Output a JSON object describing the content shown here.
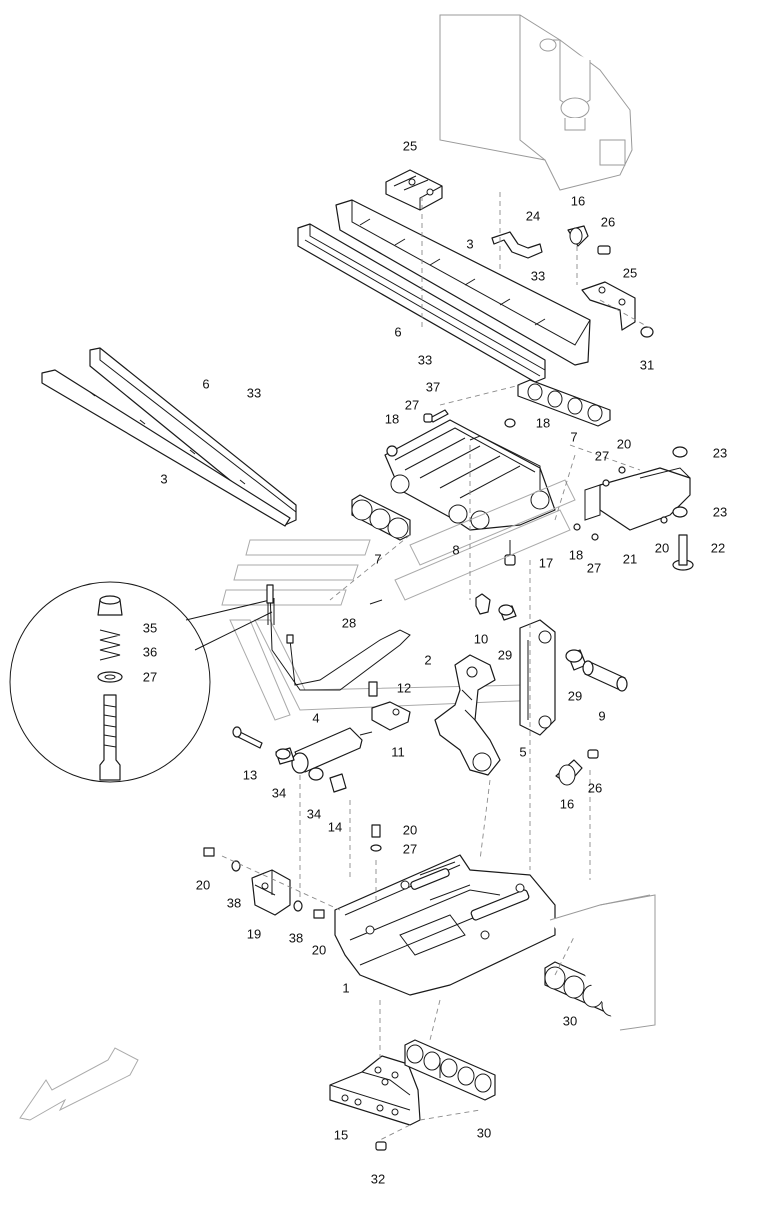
{
  "callouts": [
    {
      "id": "c25a",
      "text": "25"
    },
    {
      "id": "c24",
      "text": "24"
    },
    {
      "id": "c16a",
      "text": "16"
    },
    {
      "id": "c26a",
      "text": "26"
    },
    {
      "id": "c3a",
      "text": "3"
    },
    {
      "id": "c33a",
      "text": "33"
    },
    {
      "id": "c25b",
      "text": "25"
    },
    {
      "id": "c6a",
      "text": "6"
    },
    {
      "id": "c33b",
      "text": "33"
    },
    {
      "id": "c31",
      "text": "31"
    },
    {
      "id": "c6b",
      "text": "6"
    },
    {
      "id": "c33c",
      "text": "33"
    },
    {
      "id": "c37",
      "text": "37"
    },
    {
      "id": "c27a",
      "text": "27"
    },
    {
      "id": "c18a",
      "text": "18"
    },
    {
      "id": "c18b",
      "text": "18"
    },
    {
      "id": "c7a",
      "text": "7"
    },
    {
      "id": "c3b",
      "text": "3"
    },
    {
      "id": "c20a",
      "text": "20"
    },
    {
      "id": "c27b",
      "text": "27"
    },
    {
      "id": "c23a",
      "text": "23"
    },
    {
      "id": "c23b",
      "text": "23"
    },
    {
      "id": "c7b",
      "text": "7"
    },
    {
      "id": "c8",
      "text": "8"
    },
    {
      "id": "c17",
      "text": "17"
    },
    {
      "id": "c18c",
      "text": "18"
    },
    {
      "id": "c27c",
      "text": "27"
    },
    {
      "id": "c21",
      "text": "21"
    },
    {
      "id": "c20b",
      "text": "20"
    },
    {
      "id": "c22",
      "text": "22"
    },
    {
      "id": "c35",
      "text": "35"
    },
    {
      "id": "c36",
      "text": "36"
    },
    {
      "id": "c27d",
      "text": "27"
    },
    {
      "id": "c28",
      "text": "28"
    },
    {
      "id": "c10",
      "text": "10"
    },
    {
      "id": "c29a",
      "text": "29"
    },
    {
      "id": "c2",
      "text": "2"
    },
    {
      "id": "c29b",
      "text": "29"
    },
    {
      "id": "c9",
      "text": "9"
    },
    {
      "id": "c12",
      "text": "12"
    },
    {
      "id": "c4",
      "text": "4"
    },
    {
      "id": "c11",
      "text": "11"
    },
    {
      "id": "c5",
      "text": "5"
    },
    {
      "id": "c13",
      "text": "13"
    },
    {
      "id": "c34a",
      "text": "34"
    },
    {
      "id": "c34b",
      "text": "34"
    },
    {
      "id": "c14",
      "text": "14"
    },
    {
      "id": "c16b",
      "text": "16"
    },
    {
      "id": "c26b",
      "text": "26"
    },
    {
      "id": "c20c",
      "text": "20"
    },
    {
      "id": "c27e",
      "text": "27"
    },
    {
      "id": "c20d",
      "text": "20"
    },
    {
      "id": "c38a",
      "text": "38"
    },
    {
      "id": "c19",
      "text": "19"
    },
    {
      "id": "c38b",
      "text": "38"
    },
    {
      "id": "c20e",
      "text": "20"
    },
    {
      "id": "c1",
      "text": "1"
    },
    {
      "id": "c30a",
      "text": "30"
    },
    {
      "id": "c15",
      "text": "15"
    },
    {
      "id": "c30b",
      "text": "30"
    },
    {
      "id": "c32",
      "text": "32"
    }
  ]
}
